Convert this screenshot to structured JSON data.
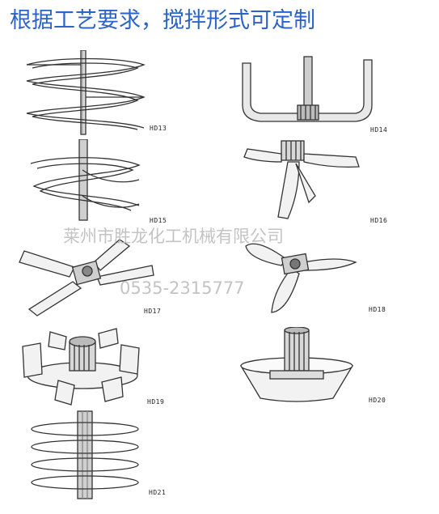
{
  "title": "根据工艺要求，搅拌形式可定制",
  "watermark": {
    "company": "莱州市胜龙化工机械有限公司",
    "phone": "0535-2315777"
  },
  "items": [
    {
      "code": "HD13",
      "icon": "helical-ribbon-agitator-icon"
    },
    {
      "code": "HD14",
      "icon": "anchor-agitator-icon"
    },
    {
      "code": "HD15",
      "icon": "double-helical-agitator-icon"
    },
    {
      "code": "HD16",
      "icon": "three-blade-propeller-icon"
    },
    {
      "code": "HD17",
      "icon": "pitched-four-blade-agitator-icon"
    },
    {
      "code": "HD18",
      "icon": "three-blade-marine-propeller-icon"
    },
    {
      "code": "HD19",
      "icon": "disc-turbine-agitator-icon"
    },
    {
      "code": "HD20",
      "icon": "conical-bowl-agitator-icon"
    },
    {
      "code": "HD21",
      "icon": "helical-coil-agitator-icon"
    }
  ]
}
